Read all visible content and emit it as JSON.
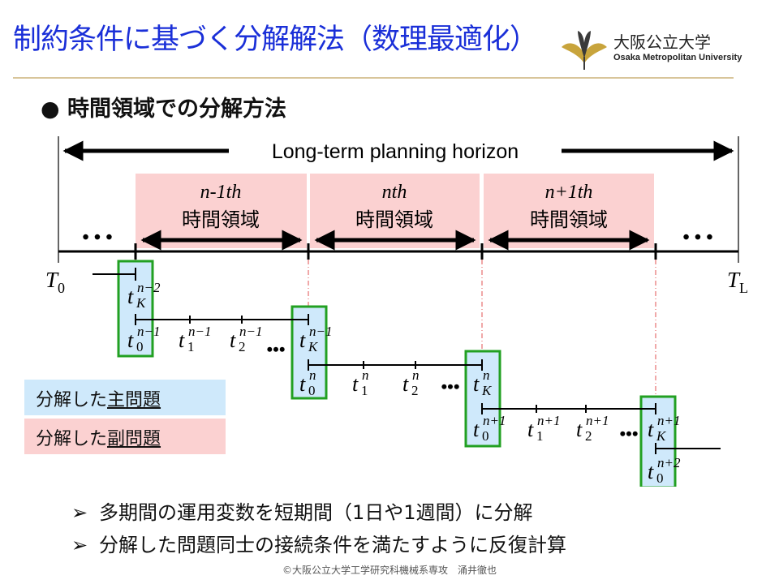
{
  "title": "制約条件に基づく分解解法（数理最適化）",
  "logo": {
    "jp": "大阪公立大学",
    "en": "Osaka Metropolitan University"
  },
  "heading": "時間領域での分解方法",
  "diagram": {
    "horizon_label": "Long-term planning horizon",
    "ellipsis": "• • •",
    "periods": [
      {
        "line1": "n-1th",
        "line2": "時間領域"
      },
      {
        "line1": "nth",
        "line2": "時間領域"
      },
      {
        "line1": "n+1th",
        "line2": "時間領域"
      }
    ],
    "T0": {
      "base": "T",
      "sub": "0"
    },
    "TL": {
      "base": "T",
      "sub": "L"
    },
    "marks": {
      "tK_nm2": {
        "base": "t",
        "sub": "K",
        "sup": "n−2"
      },
      "t0_nm1": {
        "base": "t",
        "sub": "0",
        "sup": "n−1"
      },
      "t1_nm1": {
        "base": "t",
        "sub": "1",
        "sup": "n−1"
      },
      "t2_nm1": {
        "base": "t",
        "sub": "2",
        "sup": "n−1"
      },
      "tK_nm1": {
        "base": "t",
        "sub": "K",
        "sup": "n−1"
      },
      "t0_n": {
        "base": "t",
        "sub": "0",
        "sup": "n"
      },
      "t1_n": {
        "base": "t",
        "sub": "1",
        "sup": "n"
      },
      "t2_n": {
        "base": "t",
        "sub": "2",
        "sup": "n"
      },
      "tK_n": {
        "base": "t",
        "sub": "K",
        "sup": "n"
      },
      "t0_np1": {
        "base": "t",
        "sub": "0",
        "sup": "n+1"
      },
      "t1_np1": {
        "base": "t",
        "sub": "1",
        "sup": "n+1"
      },
      "t2_np1": {
        "base": "t",
        "sub": "2",
        "sup": "n+1"
      },
      "tK_np1": {
        "base": "t",
        "sub": "K",
        "sup": "n+1"
      },
      "t0_np2": {
        "base": "t",
        "sub": "0",
        "sup": "n+2"
      }
    },
    "dots": "•••"
  },
  "legend": {
    "main": {
      "prefix": "分解した",
      "underlined": "主",
      "suffix": "問題",
      "color": "#cfe9fb"
    },
    "sub": {
      "prefix": "分解した",
      "underlined": "副",
      "suffix": "問題",
      "color": "#fbd1d1"
    }
  },
  "points": [
    "多期間の運用変数を短期間（1日や1週間）に分解",
    "分解した問題同士の接続条件を満たすように反復計算"
  ],
  "footer": "©大阪公立大学工学研究科機械系専攻　涌井徹也",
  "colors": {
    "title": "#1a2fd8",
    "main_problem": "#cfe9fb",
    "sub_problem": "#fbd1d1",
    "frame": "#22a022",
    "boundary": "#e05050"
  }
}
